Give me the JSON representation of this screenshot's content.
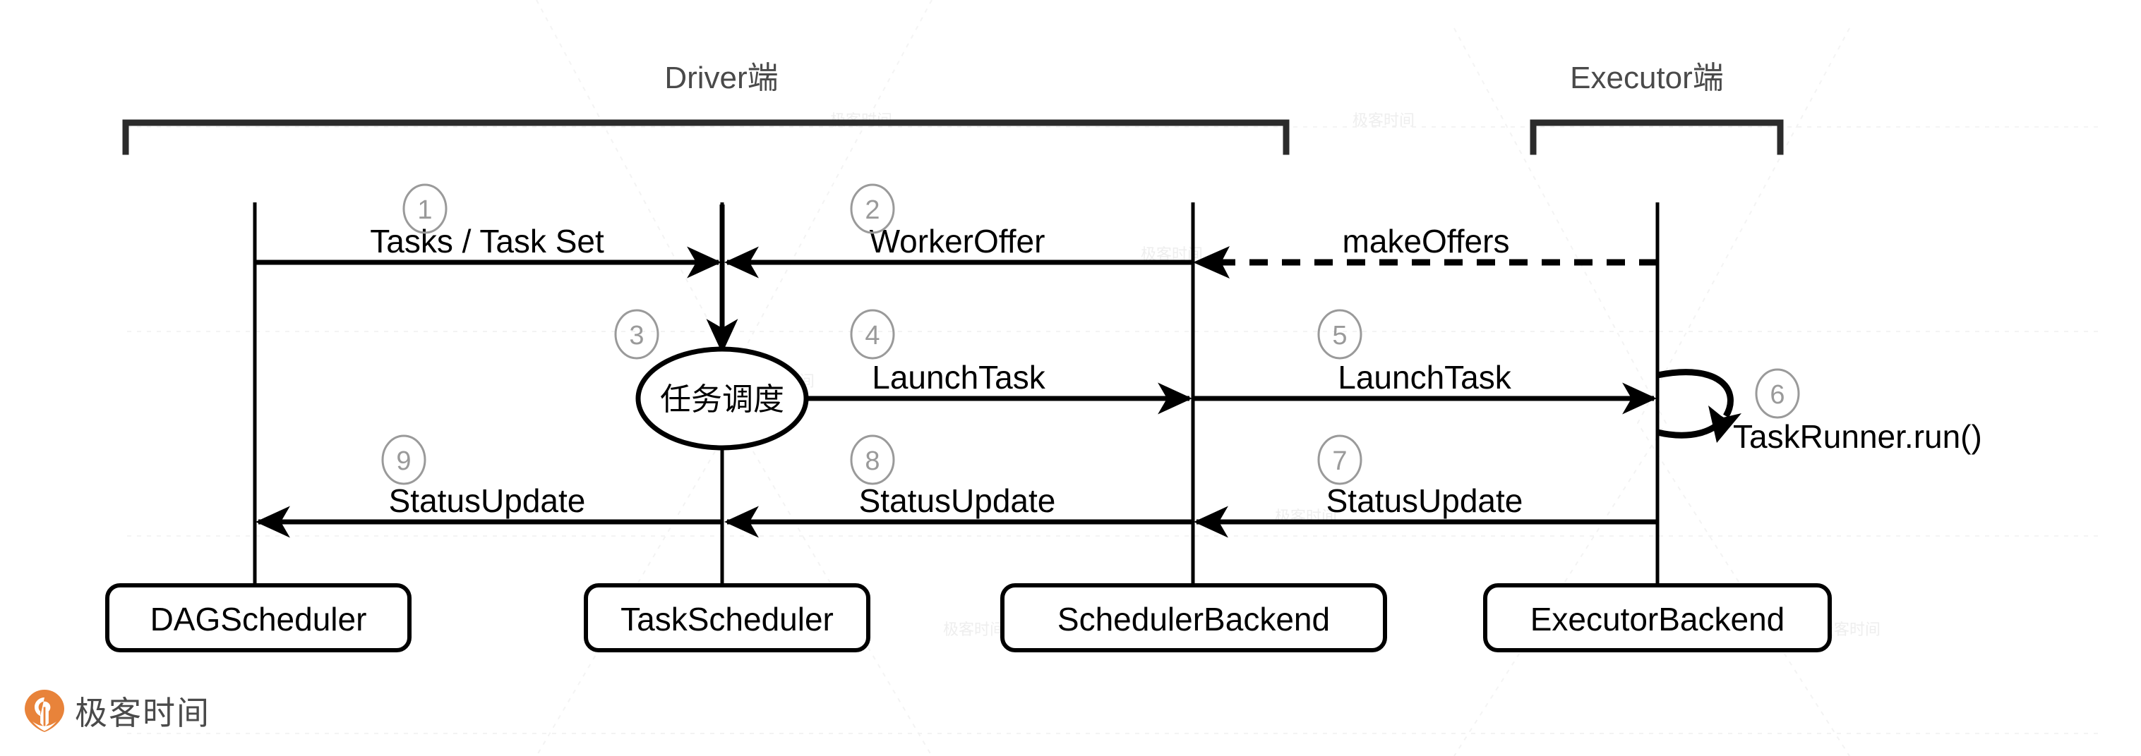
{
  "diagram": {
    "type": "sequence-diagram",
    "groups": [
      {
        "id": "driver",
        "label": "Driver端"
      },
      {
        "id": "executor",
        "label": "Executor端"
      }
    ],
    "actors": [
      {
        "id": "dag",
        "label": "DAGScheduler",
        "group": "driver"
      },
      {
        "id": "task",
        "label": "TaskScheduler",
        "group": "driver"
      },
      {
        "id": "sbe",
        "label": "SchedulerBackend",
        "group": "driver"
      },
      {
        "id": "ebe",
        "label": "ExecutorBackend",
        "group": "executor"
      }
    ],
    "process_node": {
      "id": "scheduling",
      "label": "任务调度"
    },
    "messages": [
      {
        "step": "1",
        "marker": "①",
        "label": "Tasks / Task Set",
        "from": "dag",
        "to": "task",
        "direction": "right",
        "style": "solid"
      },
      {
        "step": "2",
        "marker": "②",
        "label": "WorkerOffer",
        "from": "sbe",
        "to": "task",
        "direction": "left",
        "style": "solid"
      },
      {
        "step": "",
        "marker": "",
        "label": "makeOffers",
        "from": "ebe",
        "to": "sbe",
        "direction": "left",
        "style": "dashed"
      },
      {
        "step": "3",
        "marker": "③",
        "label": "任务调度",
        "from": "task",
        "to": "scheduling",
        "direction": "down",
        "style": "solid"
      },
      {
        "step": "4",
        "marker": "④",
        "label": "LaunchTask",
        "from": "task",
        "to": "sbe",
        "direction": "right",
        "style": "solid"
      },
      {
        "step": "5",
        "marker": "⑤",
        "label": "LaunchTask",
        "from": "sbe",
        "to": "ebe",
        "direction": "right",
        "style": "solid"
      },
      {
        "step": "6",
        "marker": "⑥",
        "label": "TaskRunner.run()",
        "from": "ebe",
        "to": "ebe",
        "direction": "self",
        "style": "solid"
      },
      {
        "step": "7",
        "marker": "⑦",
        "label": "StatusUpdate",
        "from": "ebe",
        "to": "sbe",
        "direction": "left",
        "style": "solid"
      },
      {
        "step": "8",
        "marker": "⑧",
        "label": "StatusUpdate",
        "from": "sbe",
        "to": "task",
        "direction": "left",
        "style": "solid"
      },
      {
        "step": "9",
        "marker": "⑨",
        "label": "StatusUpdate",
        "from": "task",
        "to": "dag",
        "direction": "left",
        "style": "solid"
      }
    ],
    "labels": {
      "group_driver": "Driver端",
      "group_executor": "Executor端",
      "msg1": "Tasks / Task Set",
      "msg2": "WorkerOffer",
      "msg_makeoffers": "makeOffers",
      "node3": "任务调度",
      "msg4": "LaunchTask",
      "msg5": "LaunchTask",
      "msg6": "TaskRunner.run()",
      "msg7": "StatusUpdate",
      "msg8": "StatusUpdate",
      "msg9": "StatusUpdate",
      "actor_dag": "DAGScheduler",
      "actor_task": "TaskScheduler",
      "actor_sbe": "SchedulerBackend",
      "actor_ebe": "ExecutorBackend"
    },
    "step_markers": {
      "n1": "①",
      "n2": "②",
      "n3": "③",
      "n4": "④",
      "n5": "⑤",
      "n6": "⑥",
      "n7": "⑦",
      "n8": "⑧",
      "n9": "⑨"
    },
    "colors": {
      "stroke": "#000000",
      "group_label": "#4a4a4a",
      "bracket": "#2b2b2b",
      "step_marker": "#9a9a9a",
      "background": "#ffffff",
      "logo_orange": "#e8833a",
      "logo_text": "#4a4a4a",
      "watermark": "#f0f0f0"
    }
  },
  "watermark": {
    "text": "极客时间"
  },
  "logo": {
    "text": "极客时间",
    "icon": "location-pin-icon"
  }
}
